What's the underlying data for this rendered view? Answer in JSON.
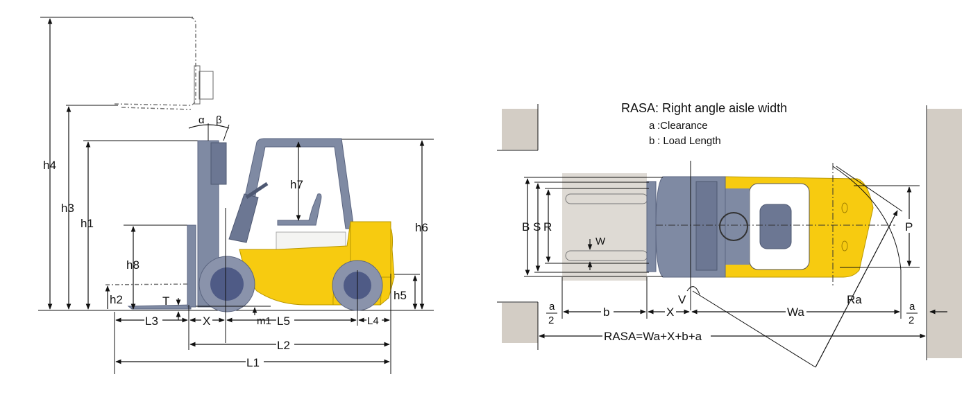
{
  "side_view": {
    "labels": {
      "h1": "h1",
      "h2": "h2",
      "h3": "h3",
      "h4": "h4",
      "h5": "h5",
      "h6": "h6",
      "h7": "h7",
      "h8": "h8",
      "T": "T",
      "m1": "m1",
      "L1": "L1",
      "L2": "L2",
      "L3": "L3",
      "L4": "L4",
      "L5": "L5",
      "X": "X",
      "alpha": "α",
      "beta": "β"
    }
  },
  "top_view": {
    "legend": {
      "title": "RASA: Right angle aisle width",
      "a_key": "a",
      "a_desc": ":Clearance",
      "b_key": "b",
      "b_desc": ": Load Length"
    },
    "labels": {
      "B": "B",
      "S": "S",
      "R": "R",
      "W": "W",
      "P": "P",
      "V": "V",
      "Ra": "Ra",
      "a_num": "a",
      "a_den": "2",
      "b": "b",
      "X": "X",
      "Wa": "Wa",
      "formula": "RASA=Wa+X+b+a"
    }
  },
  "colors": {
    "body_yellow": "#f7cb10",
    "frame_grey": "#7f8aa3",
    "wall": "#d3cdc5"
  }
}
